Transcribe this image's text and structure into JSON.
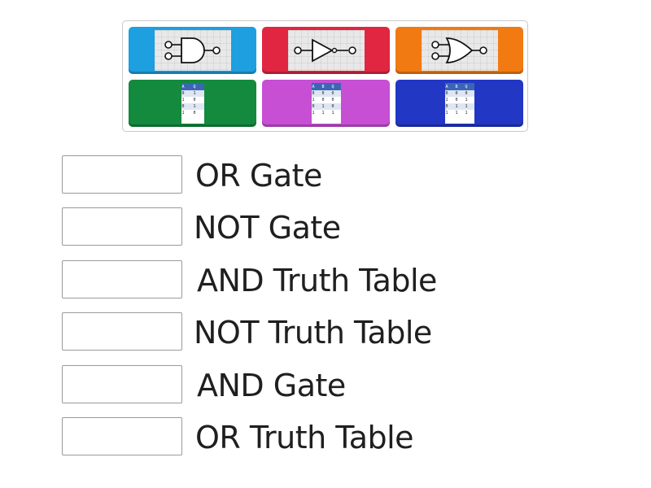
{
  "tiles": [
    {
      "name": "and-gate-tile",
      "color": "#1e9fe0",
      "kind": "gate",
      "icon": "and-gate-icon"
    },
    {
      "name": "not-gate-tile",
      "color": "#e02640",
      "kind": "gate",
      "icon": "not-gate-icon"
    },
    {
      "name": "or-gate-tile",
      "color": "#f27a12",
      "kind": "gate",
      "icon": "or-gate-icon"
    },
    {
      "name": "not-truth-table-tile",
      "color": "#138a3e",
      "kind": "table",
      "headers": [
        "A",
        "Q"
      ],
      "rows": [
        [
          "0",
          "1"
        ],
        [
          "1",
          "0"
        ],
        [
          "0",
          "1"
        ],
        [
          "1",
          "0"
        ]
      ]
    },
    {
      "name": "and-truth-table-tile",
      "color": "#c64fd4",
      "kind": "table",
      "headers": [
        "A",
        "B",
        "Q"
      ],
      "rows": [
        [
          "0",
          "0",
          "0"
        ],
        [
          "1",
          "0",
          "0"
        ],
        [
          "0",
          "1",
          "0"
        ],
        [
          "1",
          "1",
          "1"
        ]
      ]
    },
    {
      "name": "or-truth-table-tile",
      "color": "#2237c4",
      "kind": "table",
      "headers": [
        "A",
        "B",
        "Q"
      ],
      "rows": [
        [
          "0",
          "0",
          "0"
        ],
        [
          "1",
          "0",
          "1"
        ],
        [
          "0",
          "1",
          "1"
        ],
        [
          "1",
          "1",
          "1"
        ]
      ]
    }
  ],
  "answers": [
    {
      "label": "OR Gate"
    },
    {
      "label": "NOT Gate"
    },
    {
      "label": "AND Truth Table"
    },
    {
      "label": "NOT Truth Table"
    },
    {
      "label": "AND Gate"
    },
    {
      "label": "OR Truth Table"
    }
  ]
}
